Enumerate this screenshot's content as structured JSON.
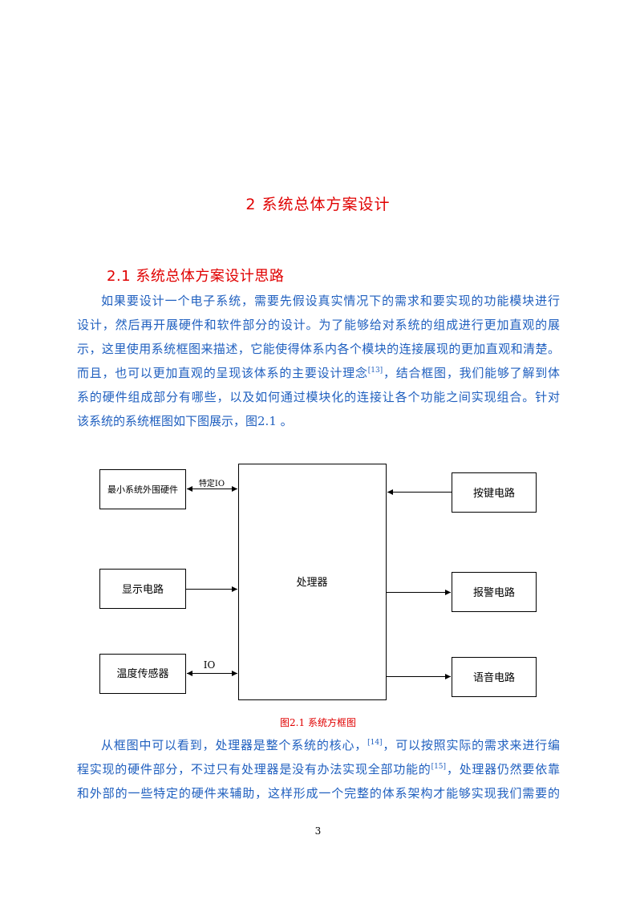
{
  "chapter": {
    "title": "2  系统总体方案设计"
  },
  "section": {
    "title": "2.1  系统总体方案设计思路"
  },
  "paragraph1": {
    "lines": [
      "如果要设计一个电子系统，需要先假设真实情况下的需求和要实现的功能模块进行",
      "设计，然后再开展硬件和软件部分的设计。为了能够给对系统的组成进行更加直观的展",
      "示，这里使用系统框图来描述，它能使得体系内各个模块的连接展现的更加直观和清楚。",
      "而且，也可以更加直观的呈现该体系的主要设计理念",
      "，结合框图，我们能够了解到体",
      "系的硬件组成部分有哪些，以及如何通过模块化的连接让各个功能之间实现组合。针对",
      "该系统的系统框图如下图展示，图2.1  。"
    ],
    "cite13": "[13]"
  },
  "diagram": {
    "processor": "处理器",
    "minsys": "最小系统外围硬件",
    "display": "显示电路",
    "temp": "温度传感器",
    "keys": "按键电路",
    "alarm": "报警电路",
    "voice": "语音电路",
    "io_special": "特定IO",
    "io": "IO"
  },
  "caption": "图2.1  系统方框图",
  "paragraph2": {
    "line1a": "从框图中可以看到，处理器是整个系统的核心，",
    "cite14": "[14]",
    "line1b": "，可以按照实际的需求来进行编",
    "line2a": "程实现的硬件部分，不过只有处理器是没有办法实现全部功能的",
    "cite15": "[15]",
    "line2b": "，处理器仍然要依靠",
    "line3": "和外部的一些特定的硬件来辅助，这样形成一个完整的体系架构才能够实现我们需要的"
  },
  "page_number": "3"
}
